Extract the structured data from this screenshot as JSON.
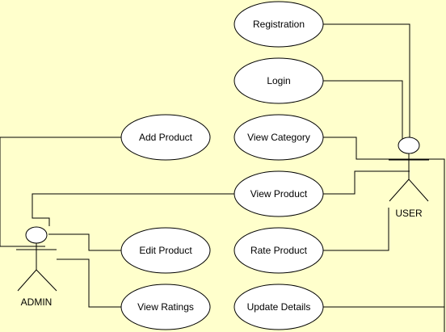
{
  "colors": {
    "background": "#ffffcc",
    "ellipse_fill": "#ffffff",
    "stroke": "#000000"
  },
  "actors": {
    "admin": "ADMIN",
    "user": "USER"
  },
  "use_cases": {
    "registration": "Registration",
    "login": "Login",
    "view_category": "View Category",
    "add_product": "Add Product",
    "view_product": "View Product",
    "edit_product": "Edit Product",
    "rate_product": "Rate Product",
    "view_ratings": "View Ratings",
    "update_details": "Update Details"
  }
}
